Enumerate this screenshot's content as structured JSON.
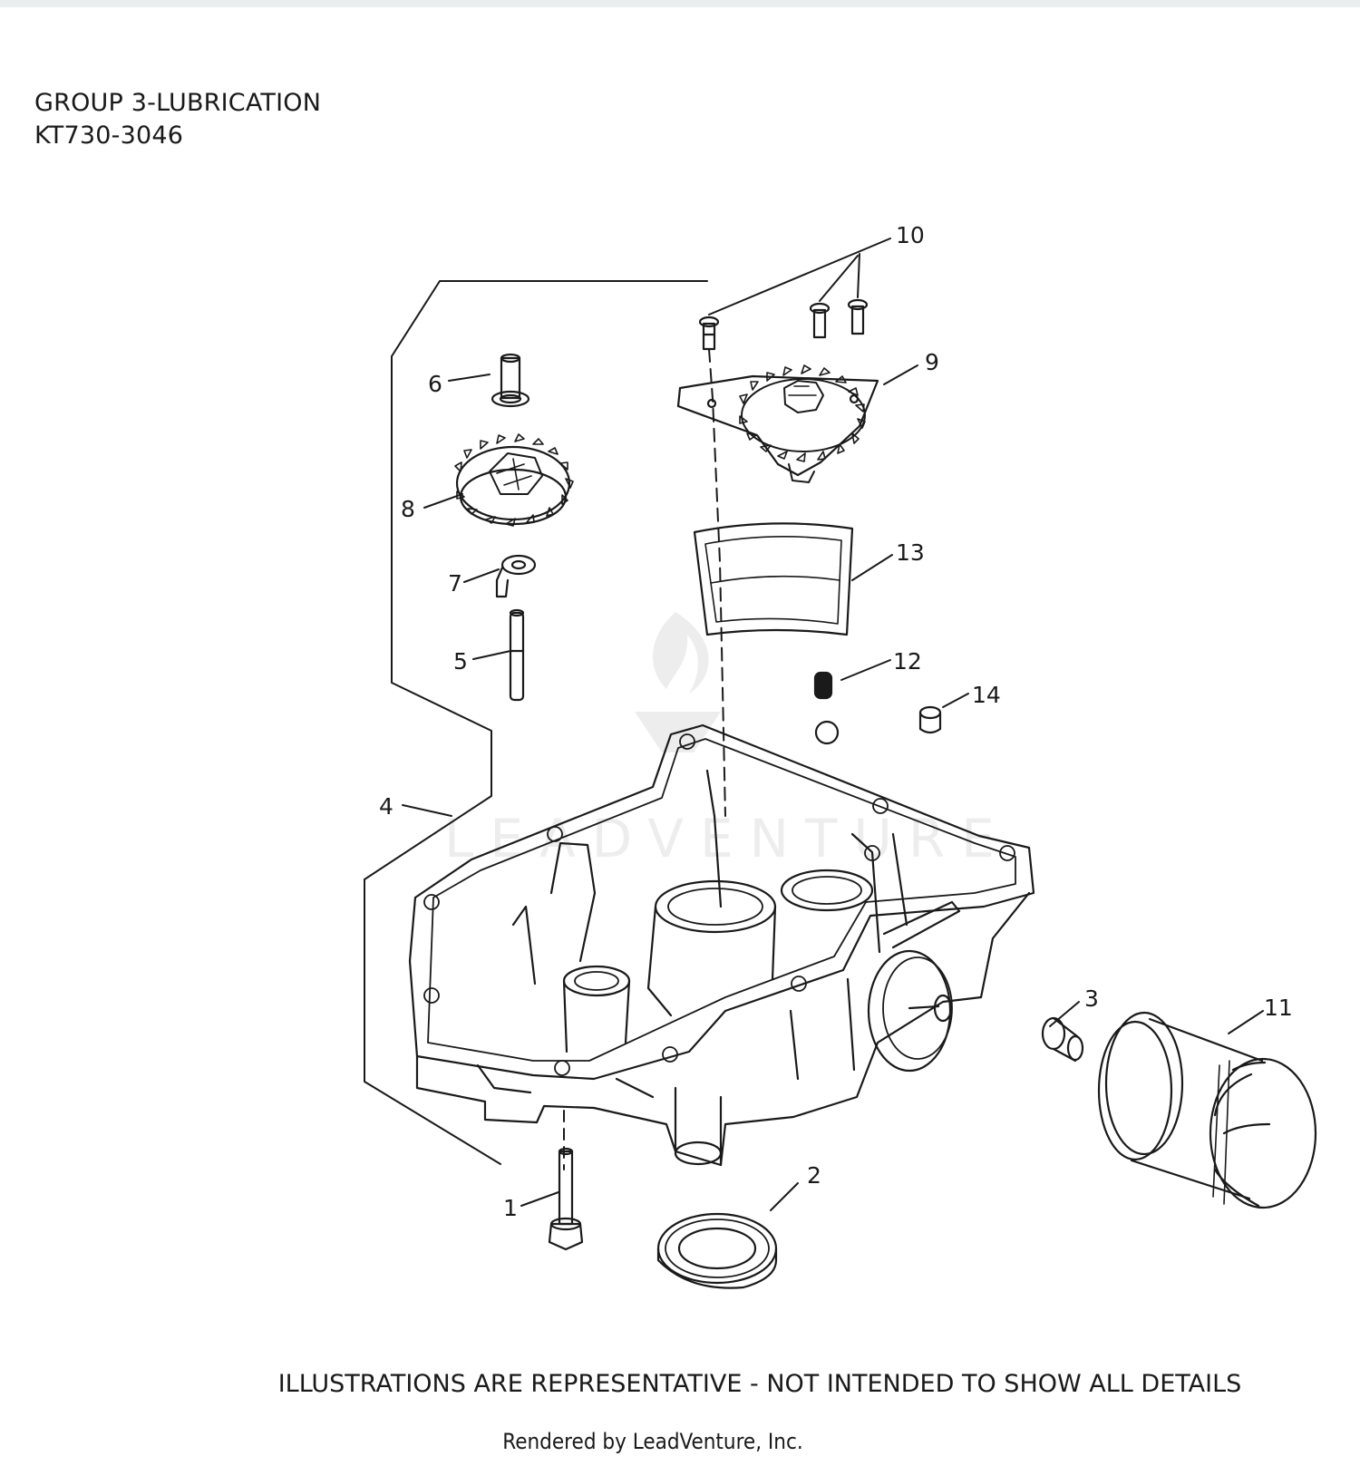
{
  "header": {
    "title": "GROUP 3-LUBRICATION",
    "subtitle": "KT730-3046"
  },
  "callouts": [
    "1",
    "2",
    "3",
    "4",
    "5",
    "6",
    "7",
    "8",
    "9",
    "10",
    "11",
    "12",
    "13",
    "14"
  ],
  "footer": {
    "disclaimer": "ILLUSTRATIONS ARE REPRESENTATIVE - NOT INTENDED TO SHOW ALL DETAILS",
    "credit": "Rendered by LeadVenture, Inc."
  },
  "watermark": {
    "text": "LEADVENTURE"
  },
  "colors": {
    "line": "#1a1a1a",
    "background": "#ffffff",
    "watermark": "#d8d8d8"
  }
}
